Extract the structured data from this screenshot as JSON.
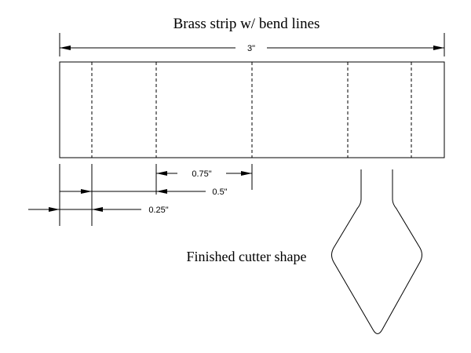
{
  "diagram": {
    "title": "Brass strip w/ bend lines",
    "caption": "Finished cutter shape",
    "dimensions": {
      "overall_length": "3\"",
      "dim_075": "0.75\"",
      "dim_05": "0.5\"",
      "dim_025": "0.25\""
    }
  }
}
